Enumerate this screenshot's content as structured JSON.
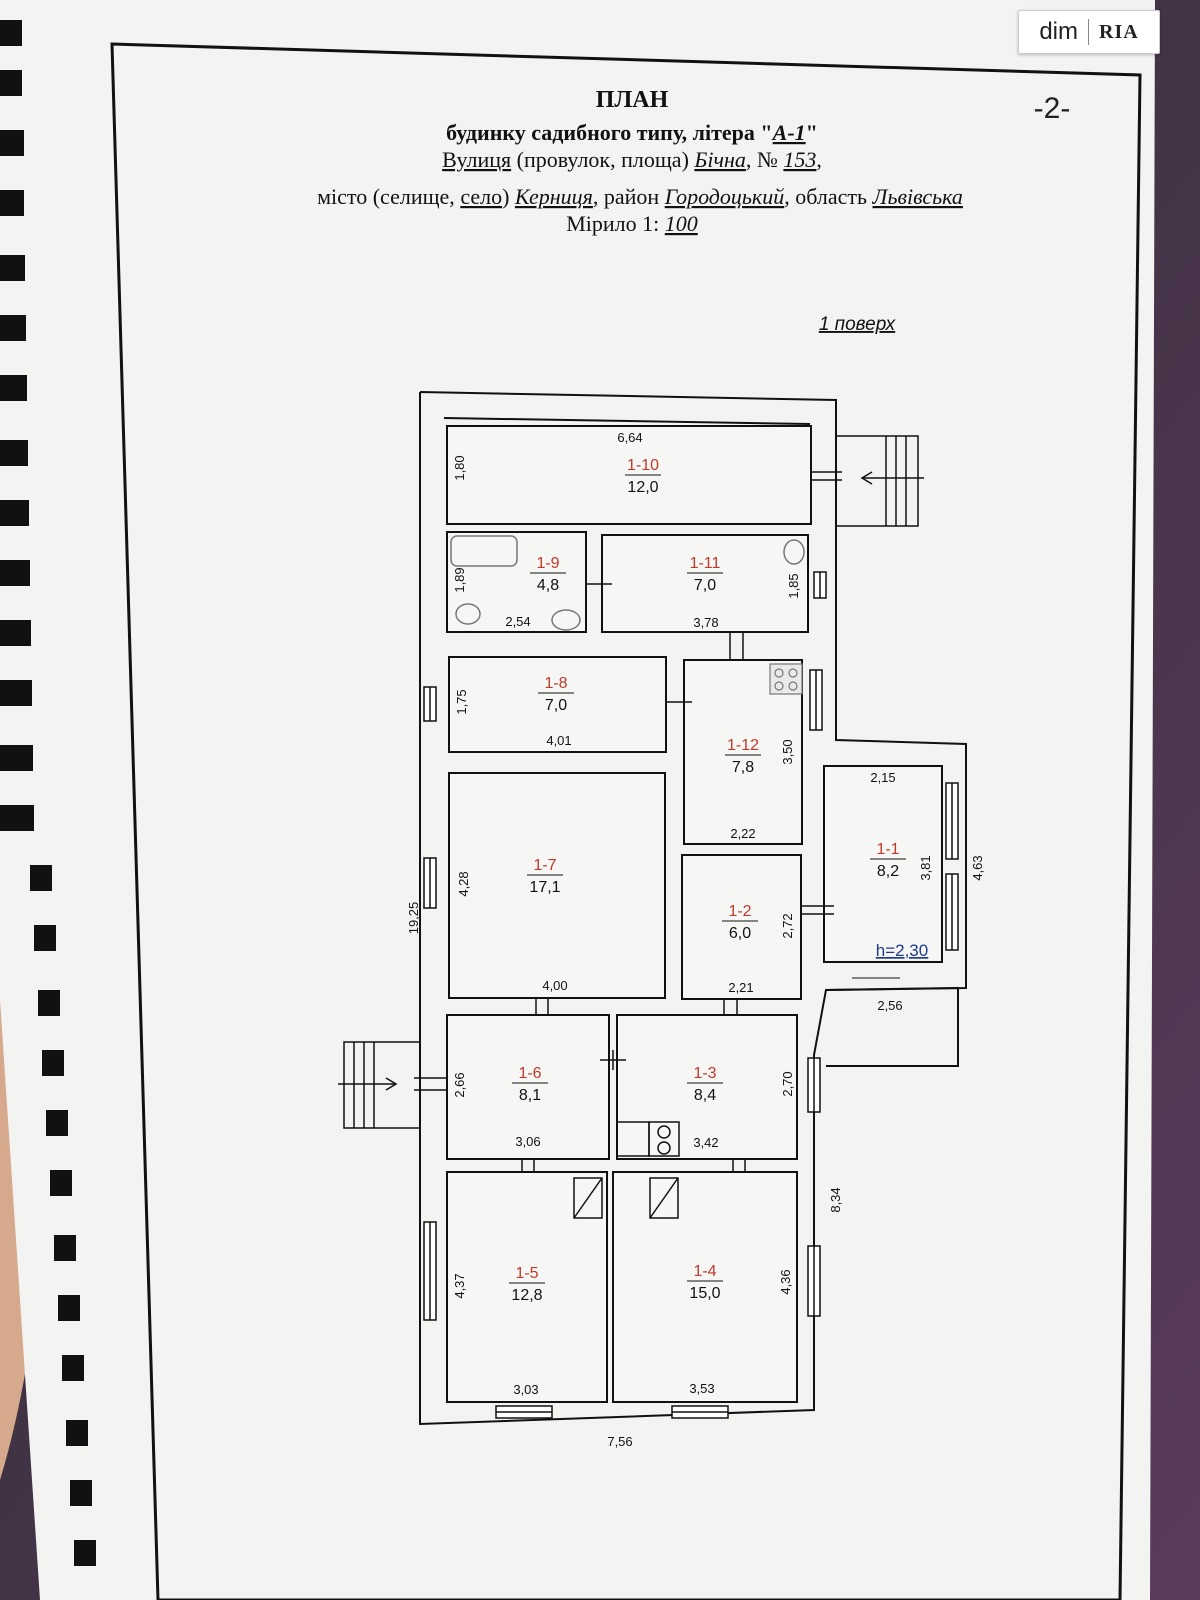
{
  "watermark": {
    "brand_left": "dim",
    "brand_right": "RIA"
  },
  "page_number": "-2-",
  "header": {
    "title": "ПЛАН",
    "line1_prefix": "будинку садибного типу, літера \"",
    "line1_letter": "А-1",
    "line1_suffix": "\"",
    "street_kind": "Вулиця",
    "street_rest": " (провулок, площа) ",
    "street_name": "Бічна",
    "street_no_label": ", № ",
    "street_no": "153",
    "street_end": ",",
    "city_prefix": "місто (селище, ",
    "city_kind": "село",
    "city_mid": ") ",
    "city_name": "Керниця",
    "district_label": ", район ",
    "district_name": "Городоцький",
    "region_label": ", область ",
    "region_name": "Львівська",
    "scale_label": "Мірило 1: ",
    "scale_value": "100"
  },
  "floor_label": "1 поверх",
  "ceiling_height": "h=2,30",
  "rooms": [
    {
      "id": "1-10",
      "area": "12,0"
    },
    {
      "id": "1-9",
      "area": "4,8"
    },
    {
      "id": "1-11",
      "area": "7,0"
    },
    {
      "id": "1-8",
      "area": "7,0"
    },
    {
      "id": "1-12",
      "area": "7,8"
    },
    {
      "id": "1-7",
      "area": "17,1"
    },
    {
      "id": "1-1",
      "area": "8,2"
    },
    {
      "id": "1-2",
      "area": "6,0"
    },
    {
      "id": "1-6",
      "area": "8,1"
    },
    {
      "id": "1-3",
      "area": "8,4"
    },
    {
      "id": "1-5",
      "area": "12,8"
    },
    {
      "id": "1-4",
      "area": "15,0"
    }
  ],
  "dimensions": [
    "6,64",
    "1,80",
    "1,89",
    "2,54",
    "3,78",
    "1,85",
    "1,75",
    "4,01",
    "3,50",
    "2,15",
    "2,22",
    "4,28",
    "19,25",
    "3,81",
    "4,63",
    "2,72",
    "4,00",
    "2,21",
    "2,56",
    "2,66",
    "2,70",
    "3,06",
    "3,42",
    "8,34",
    "4,37",
    "4,36",
    "3,03",
    "3,53",
    "7,56"
  ],
  "colors": {
    "room_id": "#c0392b",
    "ink": "#111111",
    "height_mark": "#1f3a8a",
    "paper": "#f2f2f0"
  }
}
